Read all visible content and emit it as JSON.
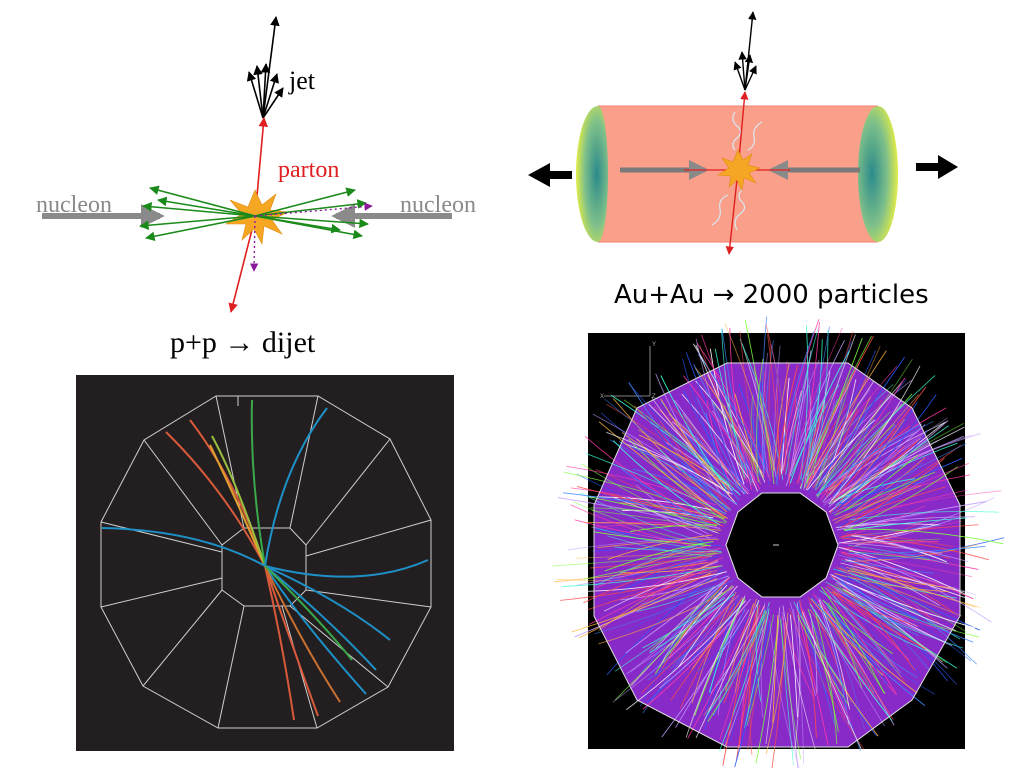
{
  "labels": {
    "jet": "jet",
    "parton": "parton",
    "nucleon_left": "nucleon",
    "nucleon_right": "nucleon",
    "pp_caption": "p+p → dijet",
    "auau_caption": "Au+Au → 2000 particles",
    "axis_y": "Y",
    "axis_x": "X",
    "axis_z": "Z"
  },
  "colors": {
    "parton_label": "#e02020",
    "nucleon_label": "#8a8a8a",
    "beam_arrow": "#8a8a8a",
    "jet_arrow": "#000000",
    "parton_arrow": "#e02020",
    "spray_arrow": "#1a8a1a",
    "cylinder": "#fa9f8a",
    "endcap_outer": "#f5f53a",
    "endcap_inner": "#2a8a8a",
    "event_bg": "#231f20",
    "event_bg_au": "#000000",
    "detector_outline": "#cfcfcf"
  },
  "icons": [
    "collision-burst-icon",
    "outgoing-arrow-icon",
    "coordinate-axes-icon"
  ]
}
